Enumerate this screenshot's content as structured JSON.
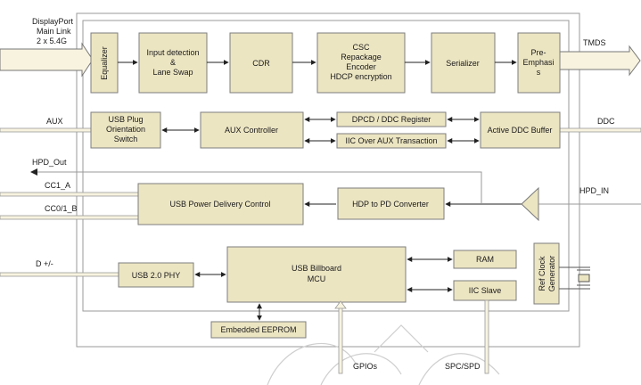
{
  "external_labels": {
    "dp_main": [
      "DisplayPort",
      "Main Link",
      "2 x 5.4G"
    ],
    "tmds": "TMDS",
    "aux": "AUX",
    "ddc": "DDC",
    "hpd_out": "HPD_Out",
    "cc1_a": "CC1_A",
    "cc0_1_b": "CC0/1_B",
    "hpd_in": "HPD_IN",
    "d_pm": "D +/-",
    "gpios": "GPIOs",
    "spc_spd": "SPC/SPD"
  },
  "blocks": {
    "equalizer": [
      "Equalizer"
    ],
    "input_detection": [
      "Input detection",
      "&",
      "Lane Swap"
    ],
    "cdr": [
      "CDR"
    ],
    "csc": [
      "CSC",
      "Repackage",
      "Encoder",
      "HDCP encryption"
    ],
    "serializer": [
      "Serializer"
    ],
    "pre_emphasis": [
      "Pre-",
      "Emphasi",
      "s"
    ],
    "usb_plug": [
      "USB Plug",
      "Orientation",
      "Switch"
    ],
    "aux_controller": [
      "AUX Controller"
    ],
    "dpcd_ddc": [
      "DPCD / DDC Register"
    ],
    "iic_over_aux": [
      "IIC Over AUX Transaction"
    ],
    "active_ddc": [
      "Active DDC Buffer"
    ],
    "usb_pd": [
      "USB Power Delivery Control"
    ],
    "hdp_to_pd": [
      "HDP to PD Converter"
    ],
    "usb_phy": [
      "USB 2.0 PHY"
    ],
    "billboard": [
      "USB Billboard",
      "MCU"
    ],
    "ram": [
      "RAM"
    ],
    "iic_slave": [
      "IIC Slave"
    ],
    "ref_clock": [
      "Ref Clock",
      "Generator"
    ],
    "eeprom": [
      "Embedded EEPROM"
    ]
  }
}
